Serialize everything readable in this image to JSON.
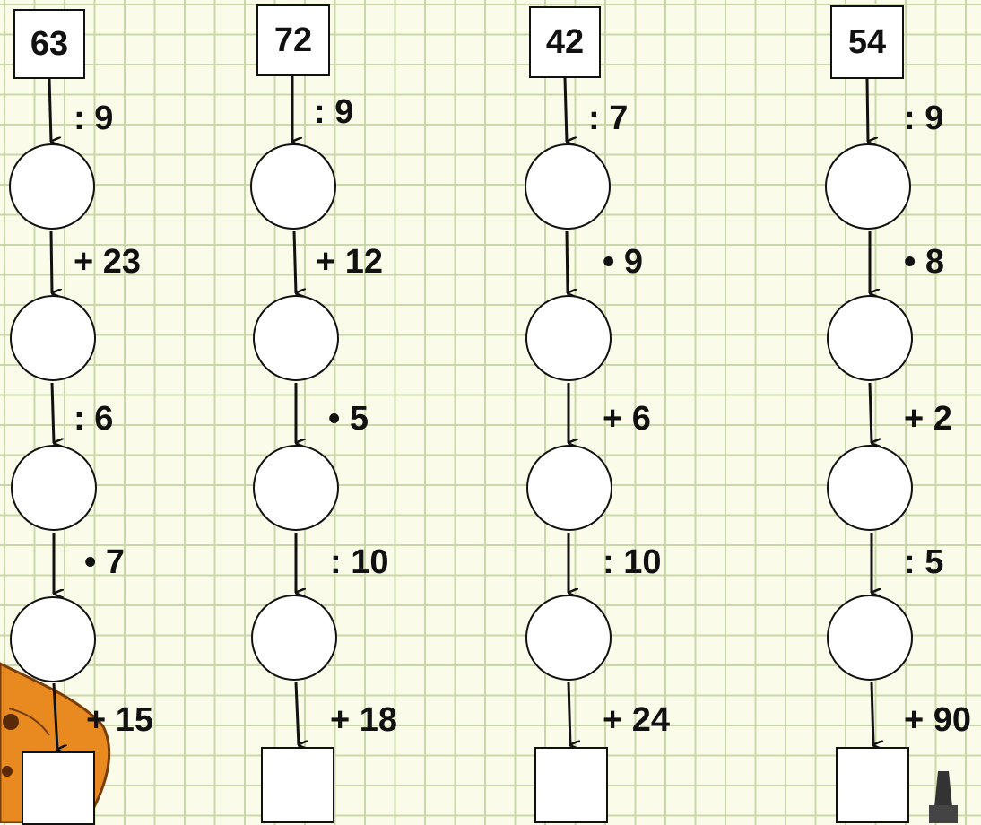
{
  "chains": [
    {
      "start": "63",
      "ops": [
        ": 9",
        "+ 23",
        ": 6",
        "• 7",
        "+ 15"
      ]
    },
    {
      "start": "72",
      "ops": [
        ": 9",
        "+ 12",
        "• 5",
        ": 10",
        "+ 18"
      ]
    },
    {
      "start": "42",
      "ops": [
        ": 7",
        "• 9",
        "+ 6",
        ": 10",
        "+ 24"
      ]
    },
    {
      "start": "54",
      "ops": [
        ": 9",
        "• 8",
        "+ 2",
        ": 5",
        "+ 90"
      ]
    }
  ]
}
